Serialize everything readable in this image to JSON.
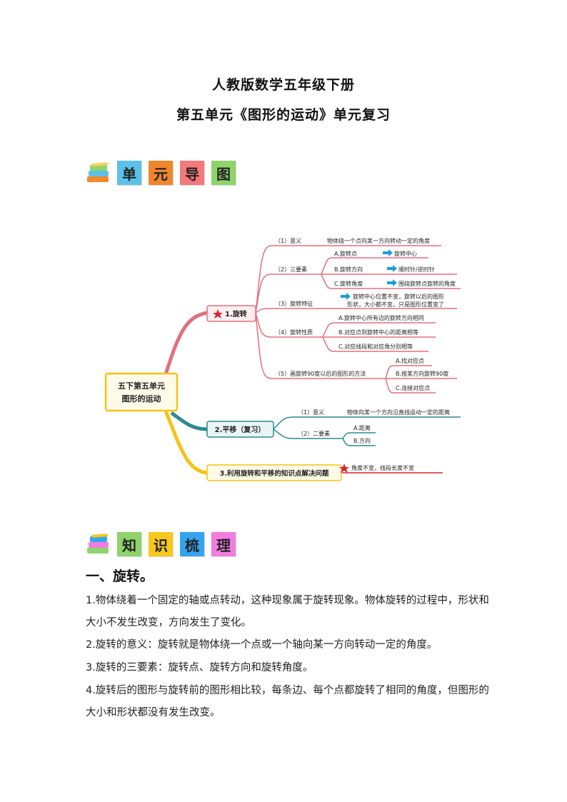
{
  "header": {
    "title": "人教版数学五年级下册",
    "subtitle": "第五单元《图形的运动》单元复习"
  },
  "banner1": {
    "chars": [
      "单",
      "元",
      "导",
      "图"
    ],
    "colors": [
      "#5bc1e8",
      "#f0862c",
      "#f5787b",
      "#8fd36b"
    ]
  },
  "banner2": {
    "chars": [
      "知",
      "识",
      "梳",
      "理"
    ],
    "colors": [
      "#8fd36b",
      "#f7c81e",
      "#35a4f0",
      "#f17de0"
    ]
  },
  "mindmap": {
    "center": [
      "五下第五单元",
      "图形的运动"
    ],
    "branch1": {
      "label": "1.旋转",
      "meaning": {
        "label": "（1）意义",
        "text": "物体绕一个点向某一方向转动一定的角度"
      },
      "elements": {
        "label": "（2）三要素",
        "items": [
          {
            "label": "A.旋转点",
            "value": "旋转中心"
          },
          {
            "label": "B.旋转方向",
            "value": "顺时针/逆时针"
          },
          {
            "label": "C.旋转角度",
            "value": "围绕旋转点旋转的角度"
          }
        ]
      },
      "feature": {
        "label": "（3）旋转特征",
        "lines": [
          "旋转中心位置不变，旋转以后的图形",
          "形状，大小都不变，只是图形位置变了"
        ]
      },
      "property": {
        "label": "（4）旋转性质",
        "items": [
          "A.旋转中心所有边的旋转方向相同",
          "B.对应点到旋转中心的距离相等",
          "C.对应线段和对应角分别相等"
        ]
      },
      "method": {
        "label": "（5）画旋转90度以后的图形的方法",
        "items": [
          "A.找对应点",
          "B.按某方向旋转90度",
          "C.连接对应点"
        ]
      }
    },
    "branch2": {
      "label": "2.平移（复习）",
      "meaning": {
        "label": "（1）意义",
        "text": "物体向某一个方向沿直线运动一定的距离"
      },
      "elements": {
        "label": "（2）二要素",
        "items": [
          "A.距离",
          "B.方向"
        ]
      }
    },
    "branch3": {
      "label": "3.利用旋转和平移的知识点解决问题",
      "note": "角度不变，线段长度不变"
    },
    "colors": {
      "rotate": "#e0707f",
      "translate": "#2c8a8e",
      "solve": "#f2c418",
      "arrow": "#1a9fd4",
      "star": "#d9252c"
    }
  },
  "section": {
    "heading": "一、旋转。",
    "paragraphs": [
      "1.物体绕着一个固定的轴或点转动，这种现象属于旋转现象。物体旋转的过程中，形状和大小不发生改变，方向发生了变化。",
      "2.旋转的意义：旋转就是物体绕一个点或一个轴向某一方向转动一定的角度。",
      "3.旋转的三要素：旋转点、旋转方向和旋转角度。",
      "4.旋转后的图形与旋转前的图形相比较，每条边、每个点都旋转了相同的角度，但图形的大小和形状都没有发生改变。"
    ]
  }
}
